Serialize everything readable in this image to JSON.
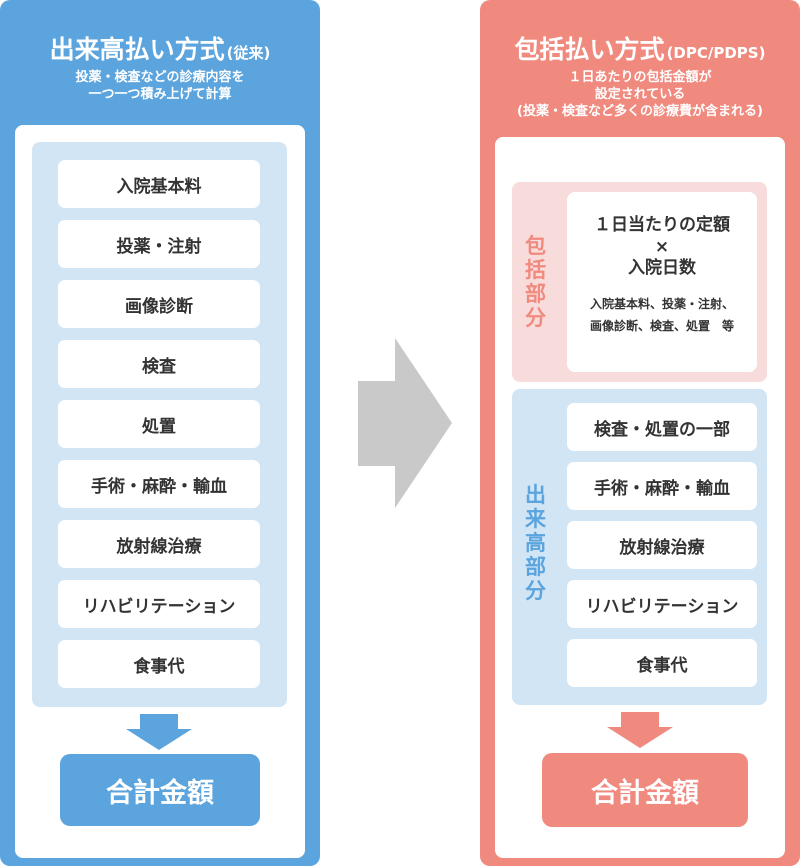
{
  "left": {
    "title": "出来高払い方式",
    "title_sub": "(従来)",
    "desc_line1": "投薬・検査などの診療内容を",
    "desc_line2": "一つ一つ積み上げて計算",
    "items": [
      "入院基本料",
      "投薬・注射",
      "画像診断",
      "検査",
      "処置",
      "手術・麻酔・輸血",
      "放射線治療",
      "リハビリテーション",
      "食事代"
    ],
    "total": "合計金額"
  },
  "right": {
    "title": "包括払い方式",
    "title_sub": "(DPC/PDPS)",
    "desc_line1": "１日あたりの包括金額が",
    "desc_line2": "設定されている",
    "desc_line3": "(投薬・検査など多くの診療費が含まれる)",
    "bundled_label": [
      "包",
      "括",
      "部",
      "分"
    ],
    "bundled_line1": "１日当たりの定額",
    "bundled_line2": "×",
    "bundled_line3": "入院日数",
    "bundled_note1": "入院基本料、投薬・注射、",
    "bundled_note2": "画像診断、検査、処置　等",
    "fee_label": [
      "出",
      "来",
      "高",
      "部",
      "分"
    ],
    "items": [
      "検査・処置の一部",
      "手術・麻酔・輸血",
      "放射線治療",
      "リハビリテーション",
      "食事代"
    ],
    "total": "合計金額"
  },
  "colors": {
    "blue": "#5ba4dd",
    "blue_light": "#d2e5f5",
    "red": "#f08a7f",
    "pink_light": "#f8dcdc",
    "gray_arrow": "#c9c9c9"
  },
  "icons": {
    "center_arrow": "right-arrow-icon",
    "down_arrow": "down-arrow-icon"
  }
}
